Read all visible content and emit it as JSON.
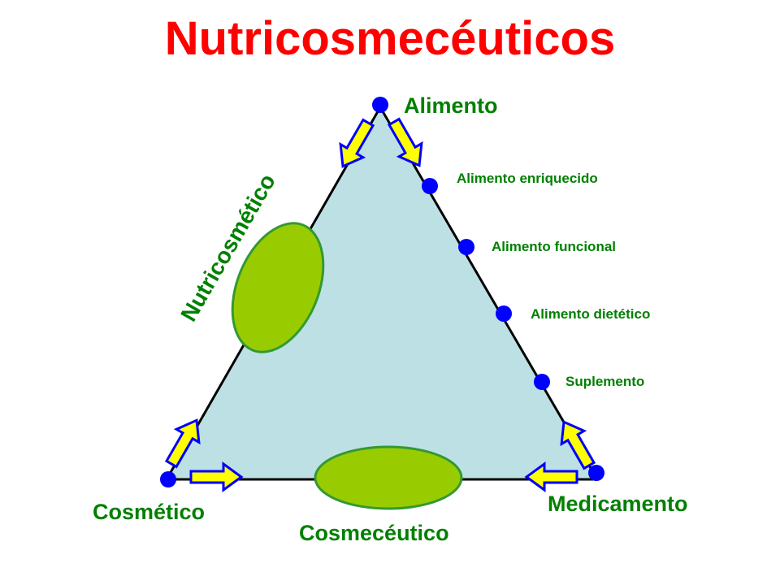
{
  "title": "Nutricosmecéuticos",
  "vertices": {
    "top": "Alimento",
    "left": "Cosmético",
    "right": "Medicamento"
  },
  "side_points": [
    "Alimento enriquecido",
    "Alimento funcional",
    "Alimento dietético",
    "Suplemento"
  ],
  "regions": {
    "left_side": "Nutricosmético",
    "bottom_side": "Cosmecéutico"
  },
  "colors": {
    "title": "#ff0000",
    "label": "#008000",
    "triangle_fill": "#bde0e5",
    "triangle_stroke": "#000000",
    "ellipse_fill": "#99cc00",
    "ellipse_stroke": "#339933",
    "dot": "#0000ff",
    "arrow_fill": "#ffff00",
    "arrow_stroke": "#0000ff"
  }
}
